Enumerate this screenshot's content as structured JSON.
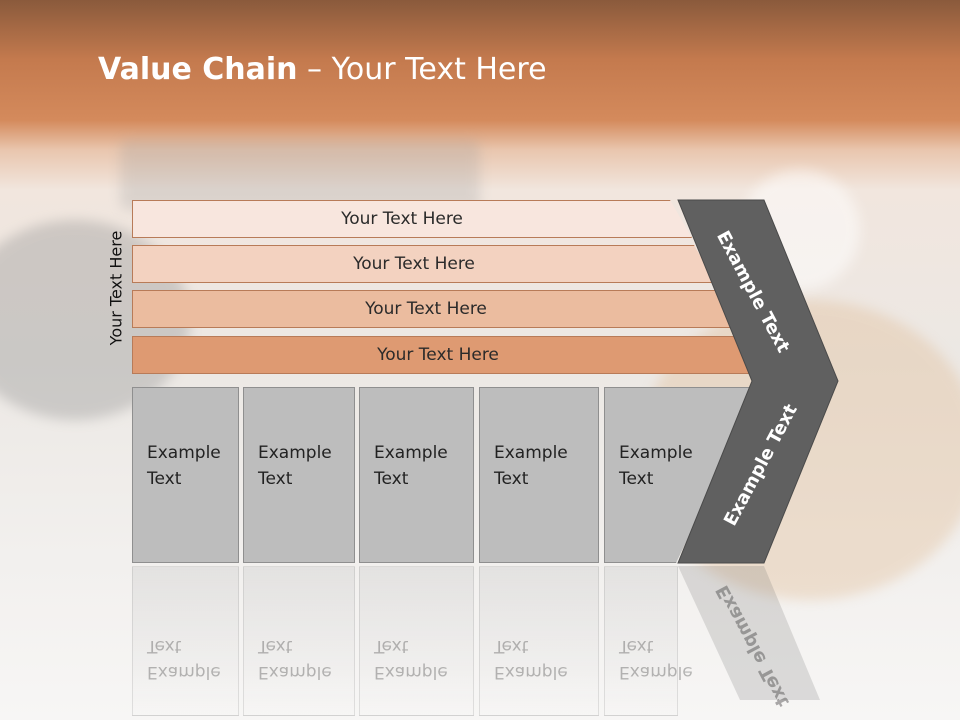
{
  "slide": {
    "title_bold": "Value Chain",
    "title_rest": " – Your Text Here"
  },
  "side_label": "Your Text Here",
  "bands": [
    {
      "label": "Your Text Here",
      "color": "#f8e6de"
    },
    {
      "label": "Your Text Here",
      "color": "#f3d2c0"
    },
    {
      "label": "Your Text Here",
      "color": "#ebbc9f"
    },
    {
      "label": "Your Text Here",
      "color": "#de9a72"
    }
  ],
  "columns": [
    {
      "line1": "Example",
      "line2": "Text"
    },
    {
      "line1": "Example",
      "line2": "Text"
    },
    {
      "line1": "Example",
      "line2": "Text"
    },
    {
      "line1": "Example",
      "line2": "Text"
    },
    {
      "line1": "Example",
      "line2": "Text"
    }
  ],
  "arrow": {
    "upper_label": "Example Text",
    "lower_label": "Example Text",
    "color": "#606060"
  }
}
